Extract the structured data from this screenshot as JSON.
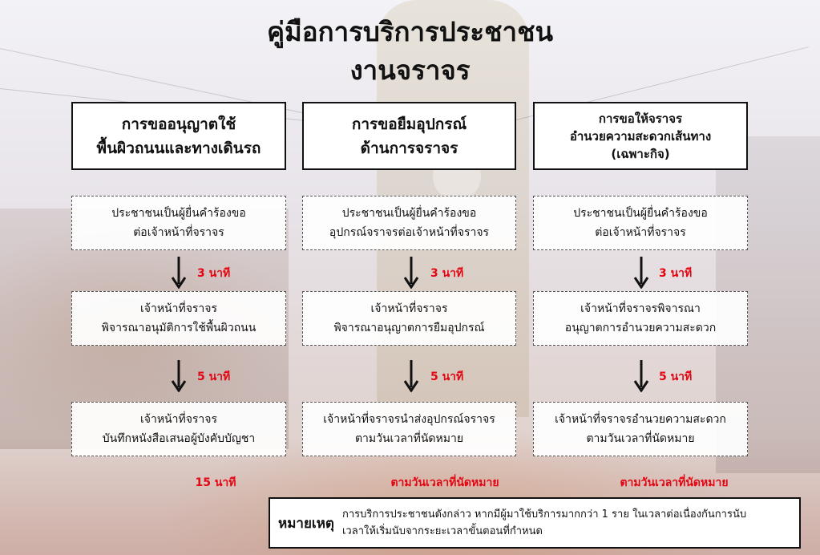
{
  "header": {
    "title_line1": "คู่มือการบริการประชาชน",
    "title_line2": "งานจราจร"
  },
  "columns": [
    {
      "heading_lines": [
        "การขออนุญาตใช้",
        "พื้นผิวถนนและทางเดินรถ"
      ],
      "steps": [
        [
          "ประชาชนเป็นผู้ยื่นคำร้องขอ",
          "ต่อเจ้าหน้าที่จราจร"
        ],
        [
          "เจ้าหน้าที่จราจร",
          "พิจารณาอนุมัติการใช้พื้นผิวถนน"
        ],
        [
          "เจ้าหน้าที่จราจร",
          "บันทึกหนังสือเสนอผู้บังคับบัญชา"
        ]
      ],
      "durations": [
        "3 นาที",
        "5 นาที"
      ],
      "final_time": "15 นาที"
    },
    {
      "heading_lines": [
        "การขอยืมอุปกรณ์",
        "ด้านการจราจร"
      ],
      "steps": [
        [
          "ประชาชนเป็นผู้ยื่นคำร้องขอ",
          "อุปกรณ์จราจรต่อเจ้าหน้าที่จราจร"
        ],
        [
          "เจ้าหน้าที่จราจร",
          "พิจารณาอนุญาตการยืมอุปกรณ์"
        ],
        [
          "เจ้าหน้าที่จราจรนำส่งอุปกรณ์จราจร",
          "ตามวันเวลาที่นัดหมาย"
        ]
      ],
      "durations": [
        "3 นาที",
        "5 นาที"
      ],
      "final_time": "ตามวันเวลาที่นัดหมาย"
    },
    {
      "heading_lines": [
        "การขอให้จราจร",
        "อำนวยความสะดวกเส้นทาง",
        "(เฉพาะกิจ)"
      ],
      "steps": [
        [
          "ประชาชนเป็นผู้ยื่นคำร้องขอ",
          "ต่อเจ้าหน้าที่จราจร"
        ],
        [
          "เจ้าหน้าที่จราจรพิจารณา",
          "อนุญาตการอำนวยความสะดวก"
        ],
        [
          "เจ้าหน้าที่จราจรอำนวยความสะดวก",
          "ตามวันเวลาที่นัดหมาย"
        ]
      ],
      "durations": [
        "3 นาที",
        "5 นาที"
      ],
      "final_time": "ตามวันเวลาที่นัดหมาย"
    }
  ],
  "note": {
    "label": "หมายเหตุ",
    "line1": "การบริการประชาชนดังกล่าว หากมีผู้มาใช้บริการมากกว่า 1 ราย ในเวลาต่อเนื่องกันการนับ",
    "line2": "เวลาให้เริ่มนับจากระยะเวลาขั้นตอนที่กำหนด"
  },
  "colors": {
    "accent_red": "#e30613",
    "border": "#111111"
  }
}
